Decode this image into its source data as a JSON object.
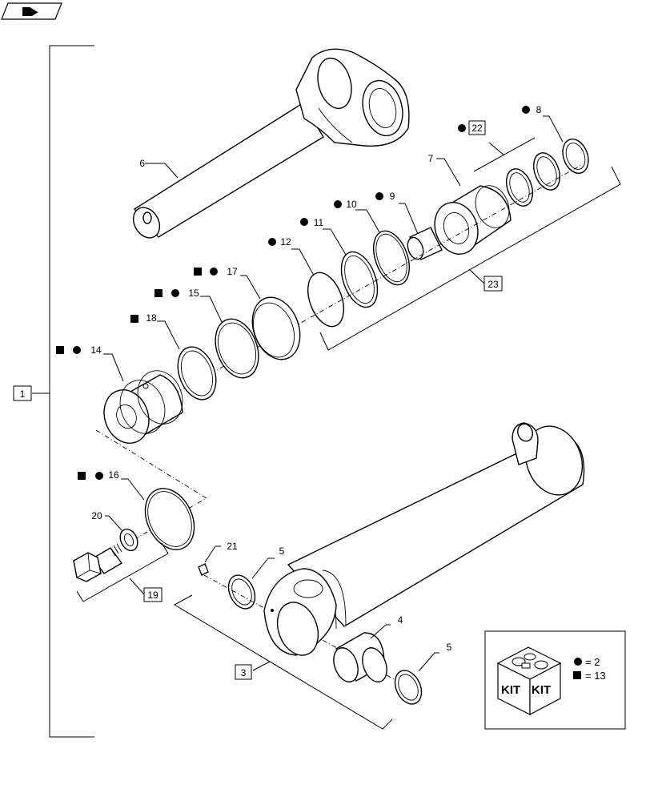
{
  "diagram": {
    "assembly_ref": "1",
    "sub_refs": {
      "rod_seal_kit": "23",
      "end_kit": "22",
      "bolt_kit": "19",
      "barrel_kit": "3"
    },
    "callouts": {
      "c6": "6",
      "c7": "7",
      "c8": "8",
      "c9": "9",
      "c10": "10",
      "c11": "11",
      "c12": "12",
      "c14": "14",
      "c15": "15",
      "c16": "16",
      "c17": "17",
      "c18": "18",
      "c20": "20",
      "c21": "21",
      "c5a": "5",
      "c4": "4",
      "c5b": "5"
    }
  },
  "legend": {
    "kit_label_left": "KIT",
    "kit_label_right": "KIT",
    "circle_text": "= 2",
    "square_text": "= 13"
  }
}
